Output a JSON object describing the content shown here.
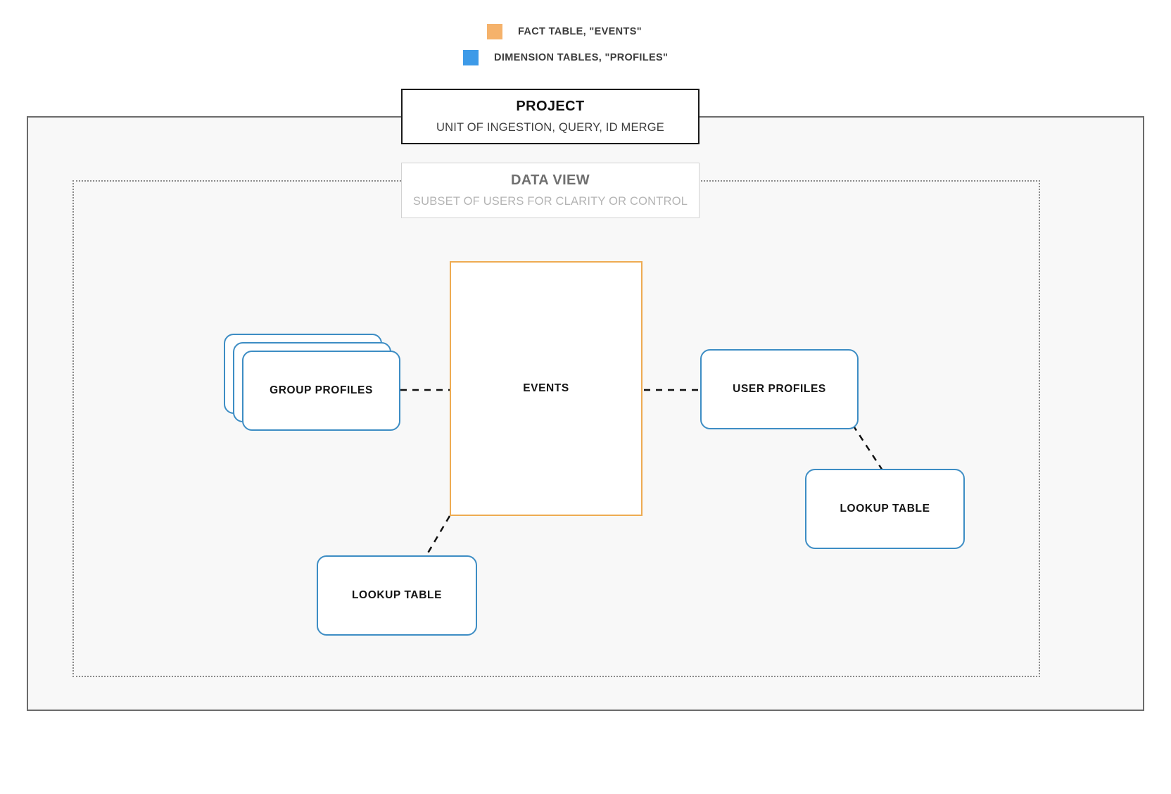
{
  "legend": {
    "items": [
      {
        "label": "FACT TABLE, \"EVENTS\"",
        "color": "#f5b26b",
        "icon": "square-swatch"
      },
      {
        "label": "DIMENSION TABLES, \"PROFILES\"",
        "color": "#3d9ae8",
        "icon": "square-swatch"
      }
    ]
  },
  "scopes": {
    "project": {
      "title": "PROJECT",
      "subtitle": "UNIT OF INGESTION, QUERY, ID MERGE",
      "border_color": "#1a1a1a"
    },
    "data_view": {
      "title": "DATA VIEW",
      "subtitle": "SUBSET OF USERS FOR CLARITY OR CONTROL",
      "border_color": "#d2d2d2"
    }
  },
  "nodes": {
    "events": {
      "label": "EVENTS",
      "color": "#eeab52",
      "kind": "fact-table"
    },
    "group_profiles": {
      "label": "GROUP PROFILES",
      "color": "#3d8dc4",
      "kind": "dimension-table",
      "stack_count": 3
    },
    "user_profiles": {
      "label": "USER PROFILES",
      "color": "#3d8dc4",
      "kind": "dimension-table"
    },
    "lookup_table_left": {
      "label": "LOOKUP TABLE",
      "color": "#3d8dc4",
      "kind": "dimension-table"
    },
    "lookup_table_right": {
      "label": "LOOKUP TABLE",
      "color": "#3d8dc4",
      "kind": "dimension-table"
    }
  },
  "connectors": [
    {
      "from": "group_profiles",
      "to": "events",
      "style": "dashed"
    },
    {
      "from": "events",
      "to": "user_profiles",
      "style": "dashed"
    },
    {
      "from": "user_profiles",
      "to": "lookup_table_right",
      "style": "dashed"
    },
    {
      "from": "events",
      "to": "lookup_table_left",
      "style": "dashed"
    }
  ],
  "colors": {
    "fact": "#f5b26b",
    "dimension": "#3d9ae8",
    "node_border_blue": "#3d8dc4",
    "node_border_orange": "#eeab52",
    "project_frame": "#6b6b6b",
    "dataview_frame": "#8a8a8a",
    "canvas": "#f8f8f8",
    "connector": "#111111"
  }
}
